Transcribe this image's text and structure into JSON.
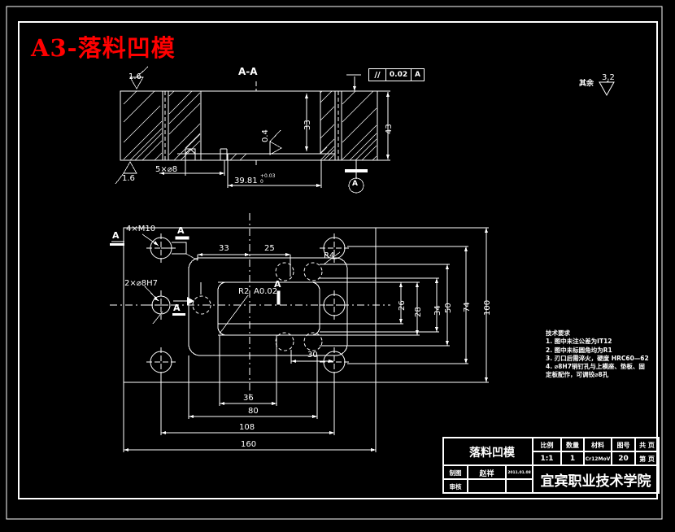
{
  "drawing": {
    "title_red": "A3-落料凹模",
    "section_label": "A-A",
    "surface_note_label": "其余",
    "surface_note_value": "3.2",
    "gdt": {
      "symbol": "//",
      "tolerance": "0.02",
      "datum": "A"
    },
    "datum_mark": "A",
    "section_marks": [
      "A",
      "A",
      "A",
      "A"
    ]
  },
  "section_view": {
    "roughness_top": "1.6",
    "roughness_bottom": "1.6",
    "roughness_inner": "0.4",
    "hole_callout": "5×⌀8",
    "dim_width": "39.81",
    "dim_width_tol_up": "+0.03",
    "dim_width_tol_low": "0",
    "dim_height_inner": "33",
    "dim_height_total": "43"
  },
  "plan_view": {
    "callout_m10": "4×M10",
    "callout_h7": "2×⌀8H7",
    "callout_r4": "R4",
    "callout_r2": "R2",
    "callout_flat": "A0.02",
    "dim_33": "33",
    "dim_25": "25",
    "dim_30": "30",
    "dim_36": "36",
    "dim_80": "80",
    "dim_108": "108",
    "dim_160": "160",
    "dim_26": "26",
    "dim_28": "28",
    "dim_34": "34",
    "dim_50": "50",
    "dim_74": "74",
    "dim_100": "100"
  },
  "technical_requirements": {
    "heading": "技术要求",
    "lines": [
      "1. 图中未注公差为IT12",
      "2. 图中未标圆角均为R1",
      "3. 刃口后需淬火，硬度 HRC60—62",
      "4. ⌀8H7销钉孔与上模座、垫板、固",
      "    定板配作，可调铰⌀8孔"
    ]
  },
  "title_block": {
    "part_name": "落料凹模",
    "headers": [
      "比例",
      "数量",
      "材料",
      "图号",
      "共  页"
    ],
    "values": [
      "1:1",
      "1",
      "Cr12MoV",
      "20",
      "第  页"
    ],
    "drawn_label": "制图",
    "drawn_name": "赵祥",
    "drawn_date": "2011.01.08",
    "checked_label": "审核",
    "institution": "宜宾职业技术学院"
  },
  "colors": {
    "line": "#ffffff",
    "title": "#ff0000",
    "bg": "#000000"
  }
}
